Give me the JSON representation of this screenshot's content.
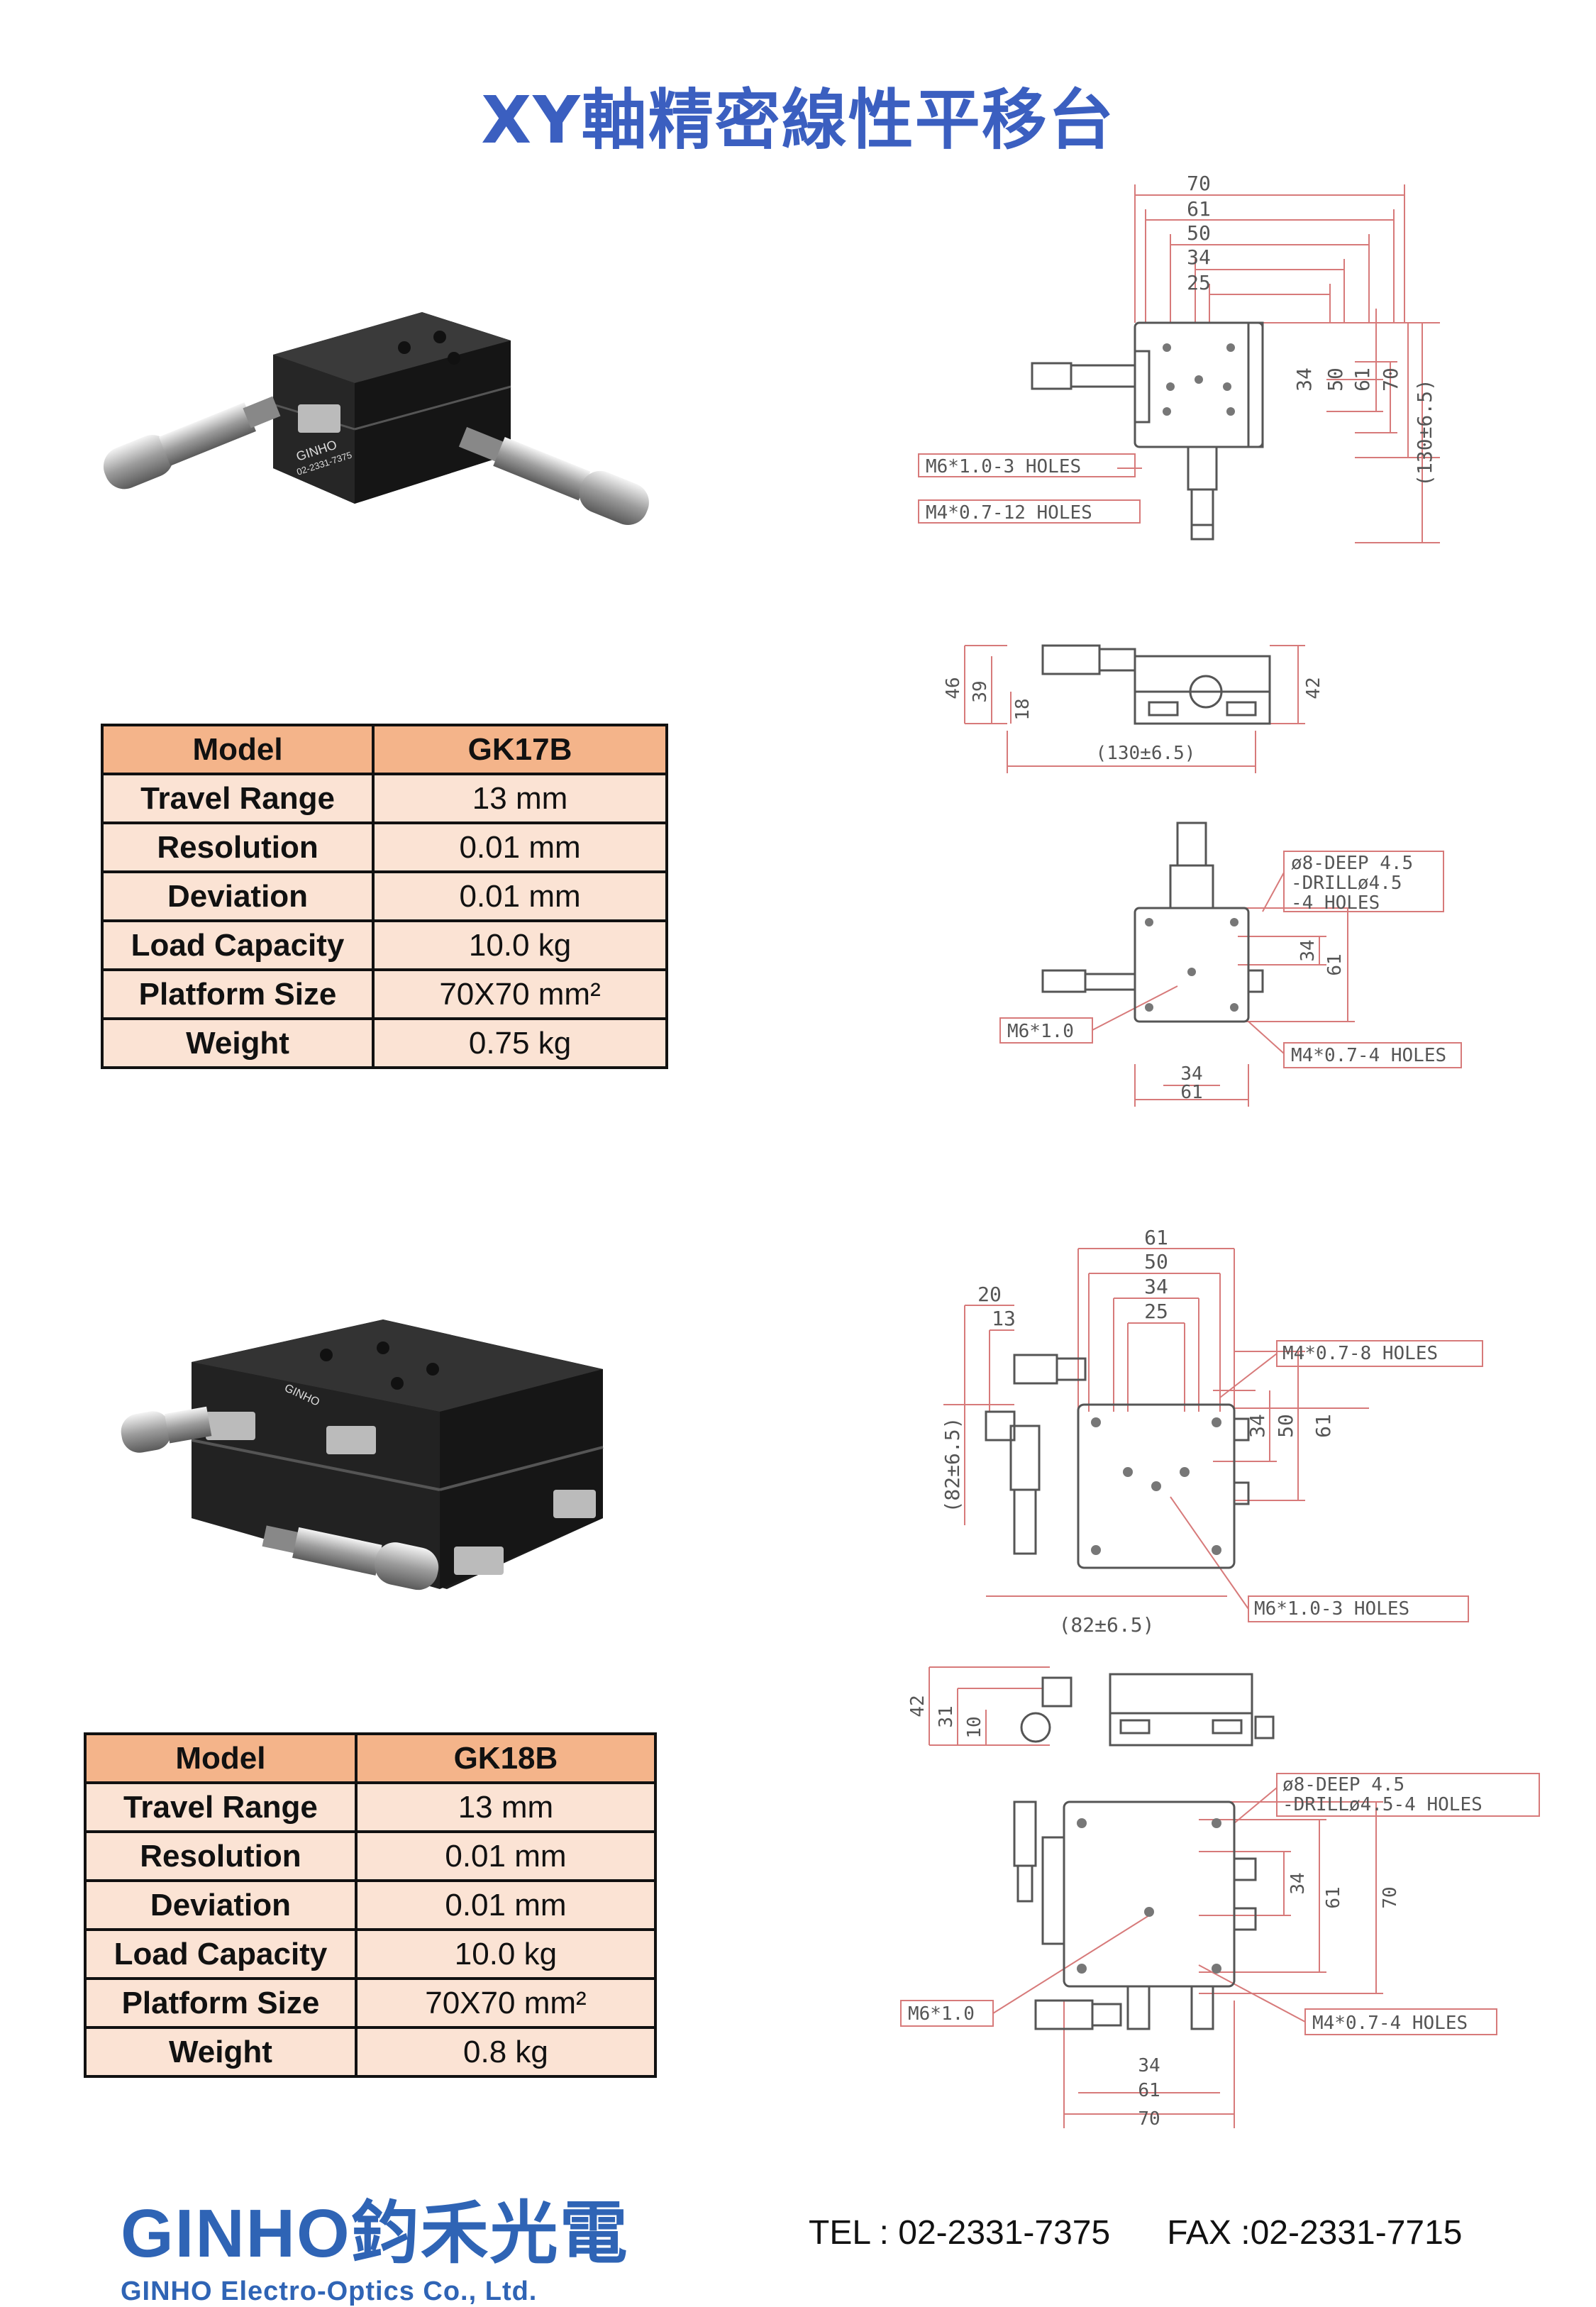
{
  "title": "XY軸精密線性平移台",
  "products": [
    {
      "photo_text": [
        "GINHO",
        "02-2331-7375"
      ],
      "specs": [
        {
          "label": "Model",
          "value": "GK17B"
        },
        {
          "label": "Travel Range",
          "value": "13 mm"
        },
        {
          "label": "Resolution",
          "value": "0.01 mm"
        },
        {
          "label": "Deviation",
          "value": "0.01 mm"
        },
        {
          "label": "Load Capacity",
          "value": "10.0 kg"
        },
        {
          "label": "Platform Size",
          "value": "70X70 mm²"
        },
        {
          "label": "Weight",
          "value": "0.75 kg"
        }
      ],
      "drawing_top": {
        "widths": [
          "70",
          "61",
          "50",
          "34",
          "25"
        ],
        "heights": [
          "34",
          "50",
          "61",
          "70",
          "(130±6.5)"
        ],
        "callouts": [
          "M6*1.0-3 HOLES",
          "M4*0.7-12 HOLES"
        ]
      },
      "drawing_side": {
        "dims": [
          "46",
          "39",
          "18",
          "42",
          "(130±6.5)"
        ]
      },
      "drawing_bottom": {
        "callouts": [
          "ø8-DEEP 4.5",
          "-DRILLø4.5",
          "-4 HOLES",
          "M6*1.0",
          "M4*0.7-4 HOLES"
        ],
        "dims": [
          "34",
          "61",
          "34",
          "61"
        ]
      }
    },
    {
      "photo_text": [
        "GINHO"
      ],
      "specs": [
        {
          "label": "Model",
          "value": "GK18B"
        },
        {
          "label": "Travel Range",
          "value": "13 mm"
        },
        {
          "label": "Resolution",
          "value": "0.01 mm"
        },
        {
          "label": "Deviation",
          "value": "0.01 mm"
        },
        {
          "label": "Load Capacity",
          "value": "10.0 kg"
        },
        {
          "label": "Platform Size",
          "value": "70X70 mm²"
        },
        {
          "label": "Weight",
          "value": "0.8 kg"
        }
      ],
      "drawing_top": {
        "widths": [
          "61",
          "50",
          "34",
          "25",
          "20",
          "13"
        ],
        "heights": [
          "34",
          "50",
          "61",
          "(82±6.5)",
          "(82±6.5)"
        ],
        "callouts": [
          "M4*0.7-8 HOLES",
          "M6*1.0-3 HOLES"
        ]
      },
      "drawing_side": {
        "dims": [
          "42",
          "31",
          "10"
        ]
      },
      "drawing_bottom": {
        "callouts": [
          "ø8-DEEP 4.5",
          "-DRILLø4.5-4 HOLES",
          "M6*1.0",
          "M4*0.7-4 HOLES"
        ],
        "dims": [
          "34",
          "61",
          "70",
          "34",
          "61",
          "70"
        ]
      }
    }
  ],
  "footer": {
    "logo_main": "GINHO鈞禾光電",
    "logo_sub": "GINHO Electro-Optics Co., Ltd.",
    "tel": "TEL : 02-2331-7375",
    "fax": "FAX :02-2331-7715"
  },
  "colors": {
    "title": "#3b5fc0",
    "table_header": "#f4b48a",
    "table_row": "#fbe3d4",
    "dimension_red": "#d77a7a",
    "logo": "#2f64b5"
  }
}
